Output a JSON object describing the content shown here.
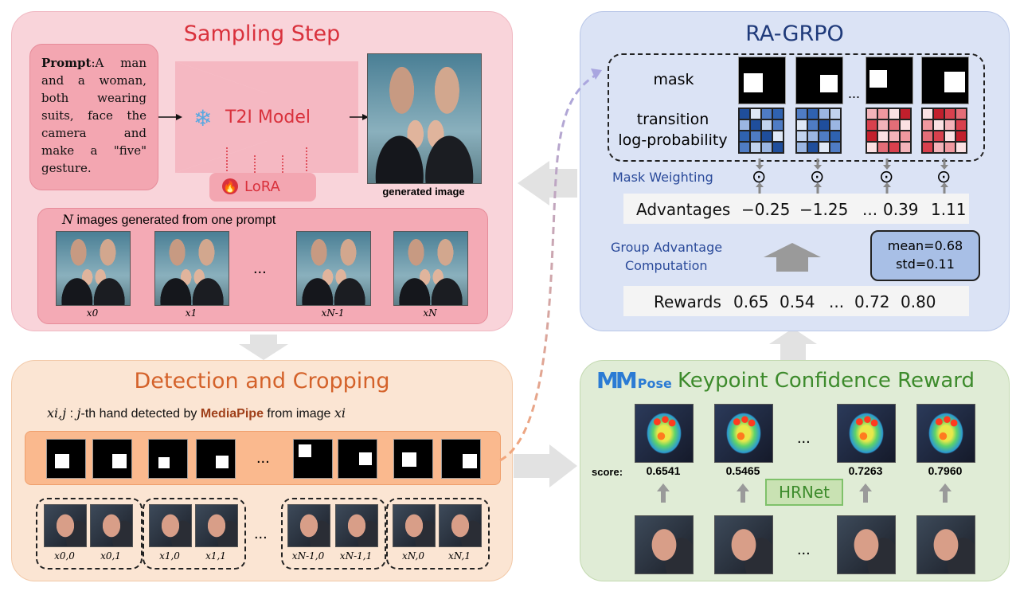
{
  "sampling": {
    "title": "Sampling Step",
    "prompt_label": "Prompt",
    "prompt_text": ":A man and a woman, both wearing suits, face the camera and make a \"five\" gesture.",
    "model_label": "T2I Model",
    "lora_label": "LoRA",
    "generated_label": "generated image",
    "n_label": "N",
    "n_text": " images generated from one prompt",
    "ellipsis": "...",
    "labels": [
      "x0",
      "x1",
      "xN-1",
      "xN"
    ]
  },
  "detection": {
    "title": "Detection and Cropping",
    "desc_sym": "xi,j",
    "desc_a": " : ",
    "desc_j": "j",
    "desc_b": "-th hand detected by ",
    "desc_tool": "MediaPipe",
    "desc_c": " from image ",
    "desc_xi": "xi",
    "ellipsis": "...",
    "crop_labels": [
      "x0,0",
      "x0,1",
      "x1,0",
      "x1,1",
      "xN-1,0",
      "xN-1,1",
      "xN,0",
      "xN,1"
    ]
  },
  "grpo": {
    "title": "RA-GRPO",
    "mask_label": "mask",
    "trans_label": "transition",
    "logp_label": "log-probability",
    "ellipsis": "...",
    "mask_weighting": "Mask Weighting",
    "dot_symbol": "⊙",
    "advantages_label": "Advantages",
    "advantages": [
      "−0.25",
      "−1.25",
      "...",
      "0.39",
      "1.11"
    ],
    "gac_line1": "Group Advantage",
    "gac_line2": "Computation",
    "mean": "mean=0.68",
    "std": "std=0.11",
    "rewards_label": "Rewards",
    "rewards": [
      "0.65",
      "0.54",
      "...",
      "0.72",
      "0.80"
    ]
  },
  "keypoint": {
    "logo": "MM",
    "logo_sub": "Pose",
    "title": "Keypoint Confidence Reward",
    "score_label": "score:",
    "scores": [
      "0.6541",
      "0.5465",
      "0.7263",
      "0.7960"
    ],
    "ellipsis": "...",
    "hrnet": "HRNet"
  },
  "colors": {
    "sampling_bg": "#f9d4da",
    "detection_bg": "#fbe5d3",
    "grpo_bg": "#dbe3f5",
    "keypoint_bg": "#e0ecd6",
    "sampling_title": "#d9313c",
    "detection_title": "#d4622a",
    "grpo_title": "#1f3a7a",
    "keypoint_title": "#3d8b2c"
  }
}
